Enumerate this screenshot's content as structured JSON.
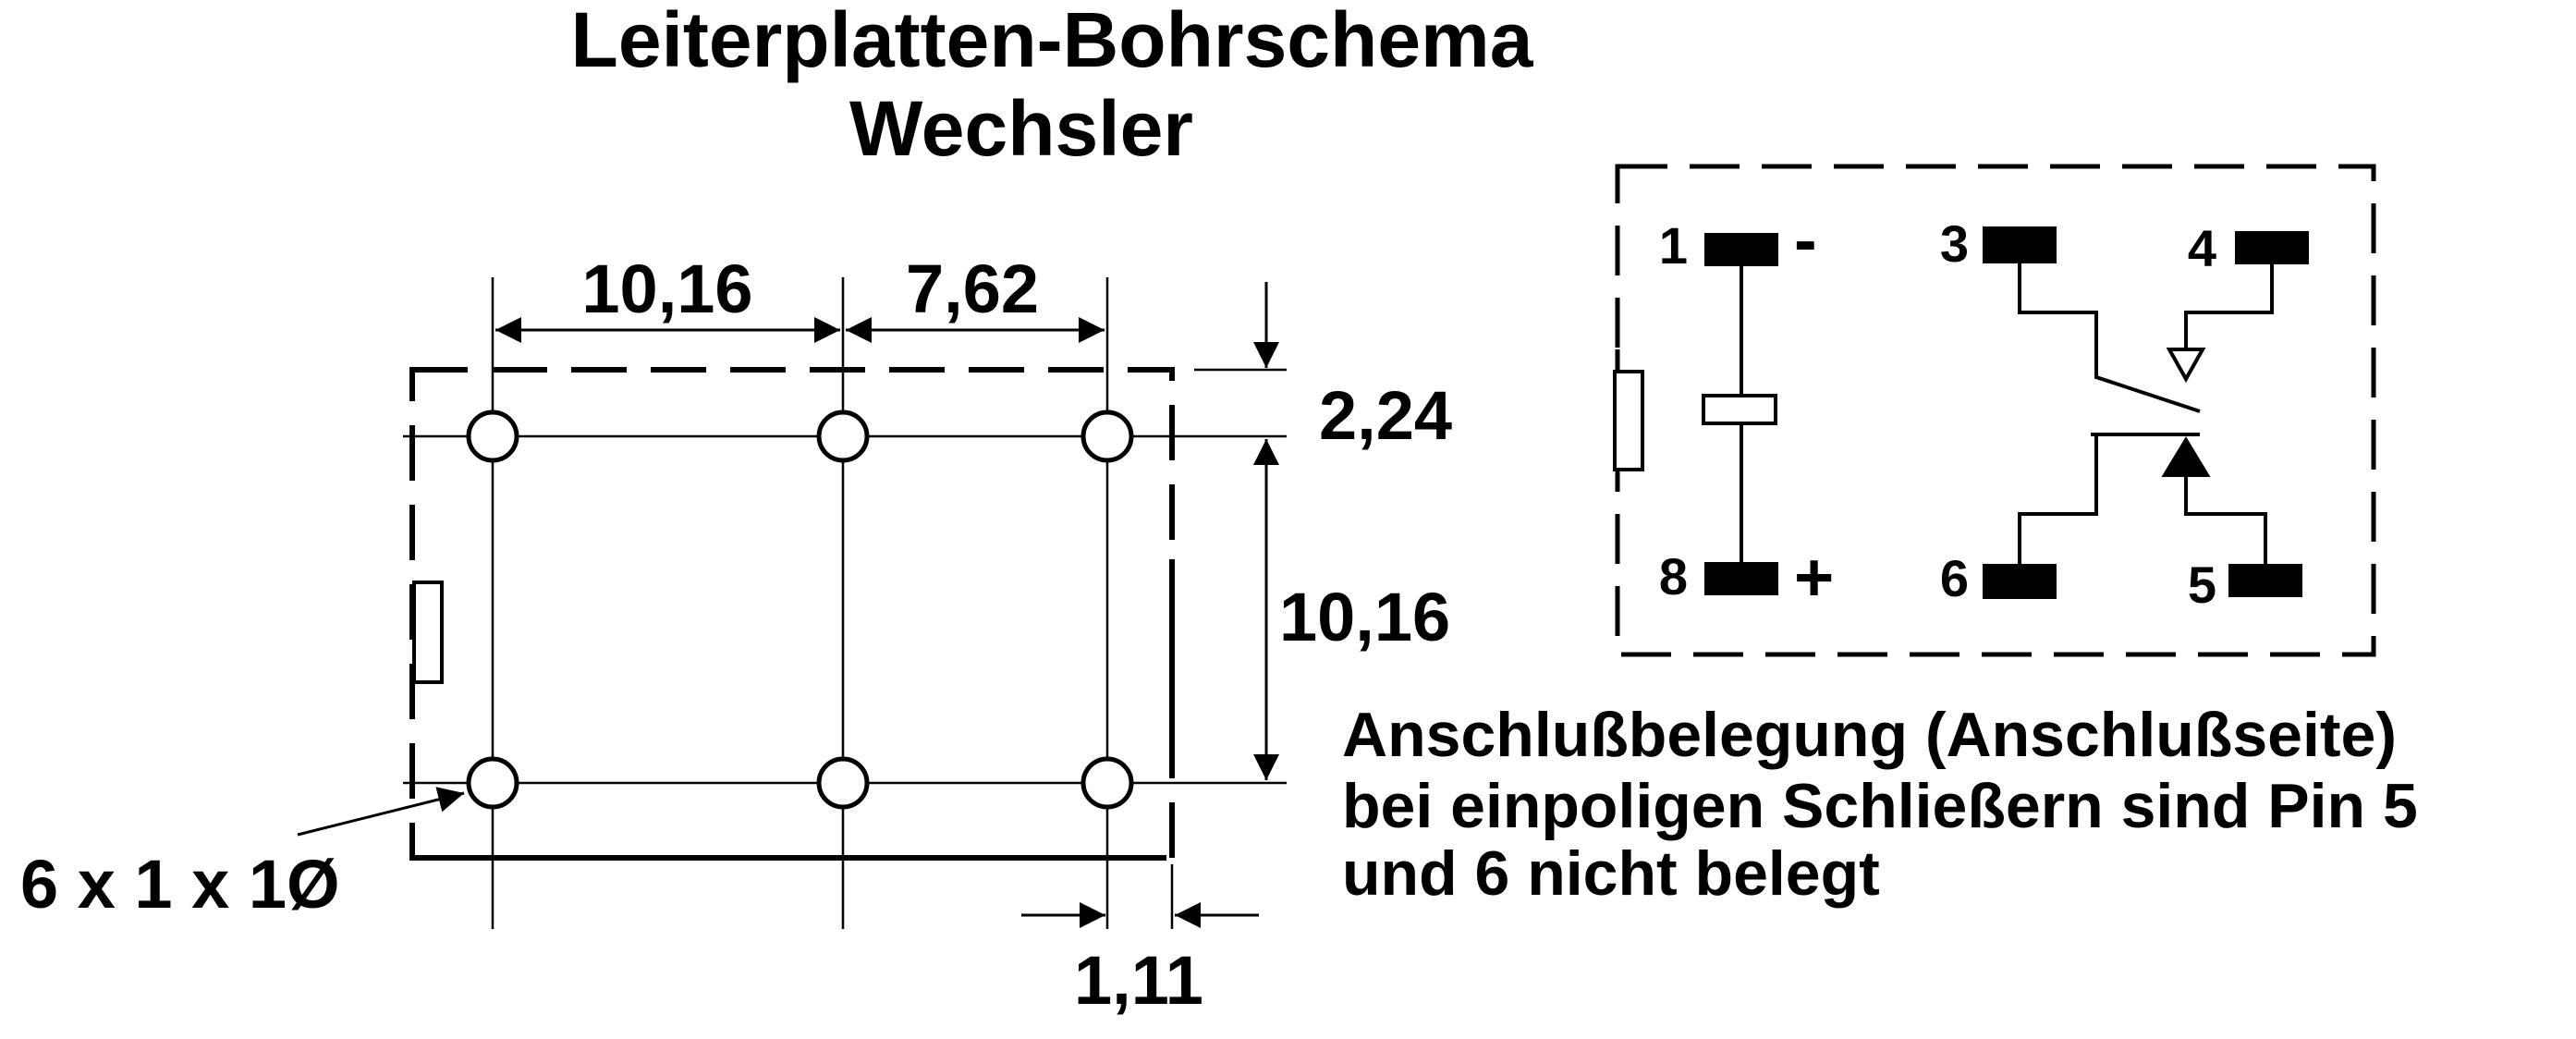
{
  "title": {
    "line1": "Leiterplatten-Bohrschema",
    "line2": "Wechsler"
  },
  "drilling": {
    "dim_horizontal_left": "10,16",
    "dim_horizontal_right": "7,62",
    "dim_vertical_top": "2,24",
    "dim_vertical_main": "10,16",
    "dim_bottom_right": "1,11",
    "hole_spec": "6 x 1 x 1Ø"
  },
  "pinout": {
    "pin1": "1",
    "pin1_polarity": "-",
    "pin3": "3",
    "pin4": "4",
    "pin8": "8",
    "pin8_polarity": "+",
    "pin6": "6",
    "pin5": "5"
  },
  "caption": {
    "line1": "Anschlußbelegung (Anschlußseite)",
    "line2": "bei einpoligen Schließern sind Pin 5",
    "line3": "und 6 nicht belegt"
  },
  "colors": {
    "ink": "#000000",
    "paper": "#ffffff"
  }
}
